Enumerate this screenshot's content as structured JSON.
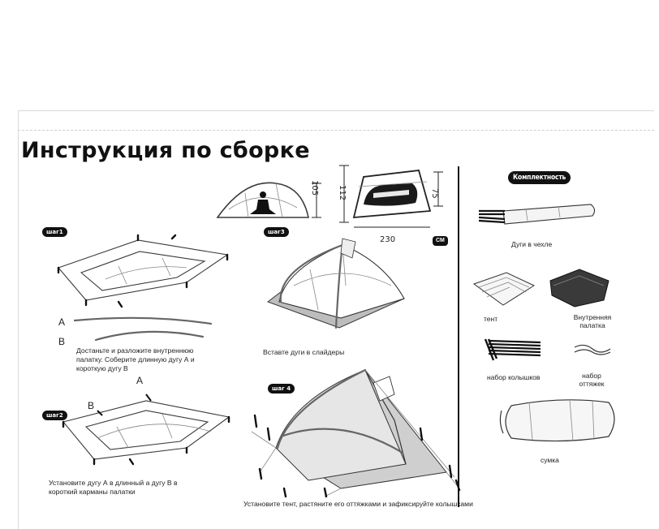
{
  "title": "Инструкция по сборке",
  "dimensions": {
    "height_small": "105",
    "height_large": "112",
    "width_front": "75",
    "length": "230",
    "unit": "CM"
  },
  "steps": [
    {
      "badge": "шаг1",
      "caption": "Достаньте и разложите внутреннюю палатку. Соберите длинную дугу А и короткую дугу В"
    },
    {
      "badge": "шаг2",
      "caption": "Установите дугу А в длинный а дугу В в короткий карманы палатки"
    },
    {
      "badge": "шаг3",
      "caption": "Вставте дуги в слайдеры"
    },
    {
      "badge": "шаг 4",
      "caption": "Установите тент, растяните его оттяжками и зафиксируйте колышками"
    }
  ],
  "pole_labels": {
    "a": "A",
    "b": "B"
  },
  "kit": {
    "title": "Комплектность",
    "items": [
      {
        "label": "Дуги в чехле"
      },
      {
        "label": "тент"
      },
      {
        "label": "Внутренняя палатка"
      },
      {
        "label": "набор колышков"
      },
      {
        "label": "набор оттяжек"
      },
      {
        "label": "сумка"
      }
    ]
  }
}
